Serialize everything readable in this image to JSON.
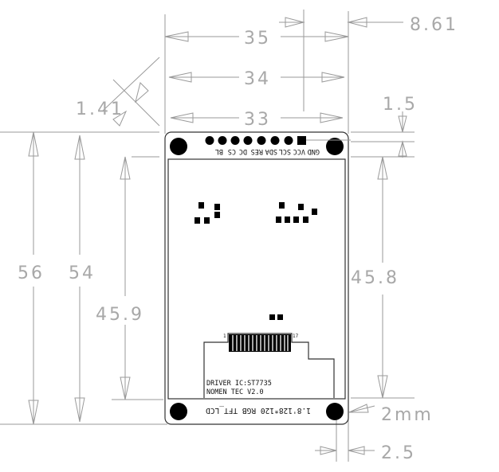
{
  "dimensions": {
    "width_outer": "35",
    "width_mid": "34",
    "width_inner": "33",
    "right_offset": "8.61",
    "corner_chamfer": "1.41",
    "top_margin": "1.5",
    "height_outer": "56",
    "height_board": "54",
    "height_left_view": "45.9",
    "height_right_view": "45.8",
    "bottom_label": "2mm",
    "bottom_offset": "2.5"
  },
  "pins": [
    "GND",
    "VCC",
    "SCL",
    "SDA",
    "RES",
    "DC",
    "CS",
    "BL"
  ],
  "notes": {
    "driver": "DRIVER IC:ST7735",
    "maker": "NOMEN TEC V2.0",
    "title": "1.8'128*120 RGB TFT_LCD"
  },
  "connector": {
    "pin_start": "1",
    "pin_end": "17"
  }
}
